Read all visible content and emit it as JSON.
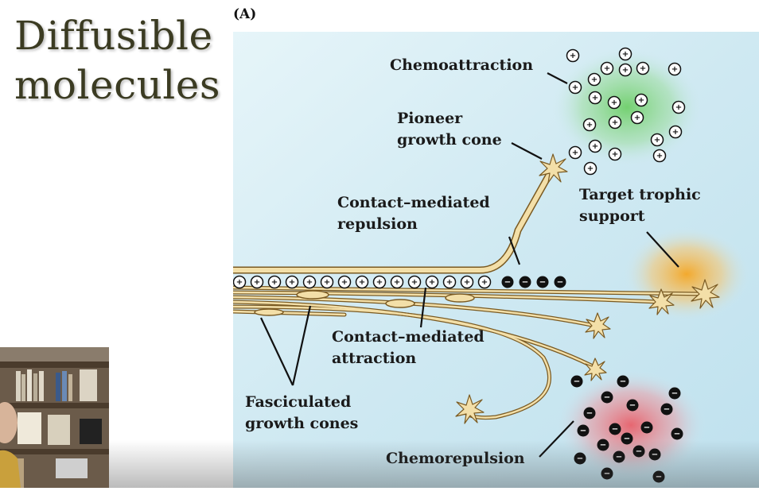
{
  "slide": {
    "title_line1": "Diffusible",
    "title_line2": "molecules"
  },
  "figure": {
    "panel_label": "(A)",
    "labels": {
      "chemoattraction": "Chemoattraction",
      "pioneer_line1": "Pioneer",
      "pioneer_line2": "growth cone",
      "cmr_line1": "Contact–mediated",
      "cmr_line2": "repulsion",
      "target_line1": "Target trophic",
      "target_line2": "support",
      "cma_line1": "Contact–mediated",
      "cma_line2": "attraction",
      "fasc_line1": "Fasciculated",
      "fasc_line2": "growth cones",
      "chemorepulsion": "Chemorepulsion"
    },
    "symbols": {
      "plus": "+",
      "minus": "−"
    },
    "colors": {
      "background_top": "#ffffff",
      "background_blue": "#cfe9f2",
      "axon_fill": "#f3dfa8",
      "axon_stroke": "#7a5a22",
      "attractant_glow": "#6fcf6a",
      "repellent_glow": "#e8606a",
      "trophic_glow": "#f5a623"
    }
  },
  "video_overlay": {
    "description_icon": "presenter-webcam"
  }
}
